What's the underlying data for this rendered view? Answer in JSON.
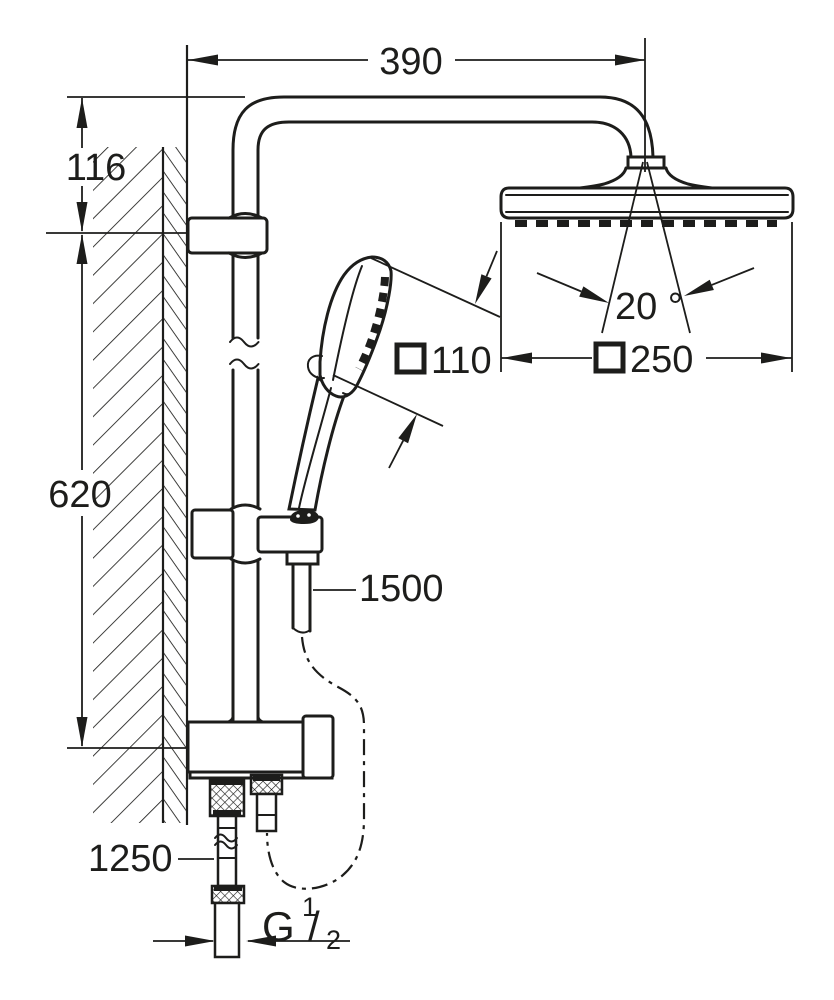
{
  "drawing": {
    "kind": "shower-system-dimension-drawing",
    "background": "#ffffff",
    "line_color": "#1d1d1b"
  },
  "dimensions": {
    "arm_reach_mm": "390",
    "head_offset_mm": "116",
    "rail_length_mm": "620",
    "head_swivel_angle": "20 °",
    "hand_shower_face_mm": "110",
    "head_shower_face_mm": "250",
    "shower_hose_length_mm": "1500",
    "supply_hose_length_mm": "1250",
    "thread": {
      "letter": "G",
      "numerator": "1",
      "slash": "/",
      "denominator": "2"
    }
  }
}
